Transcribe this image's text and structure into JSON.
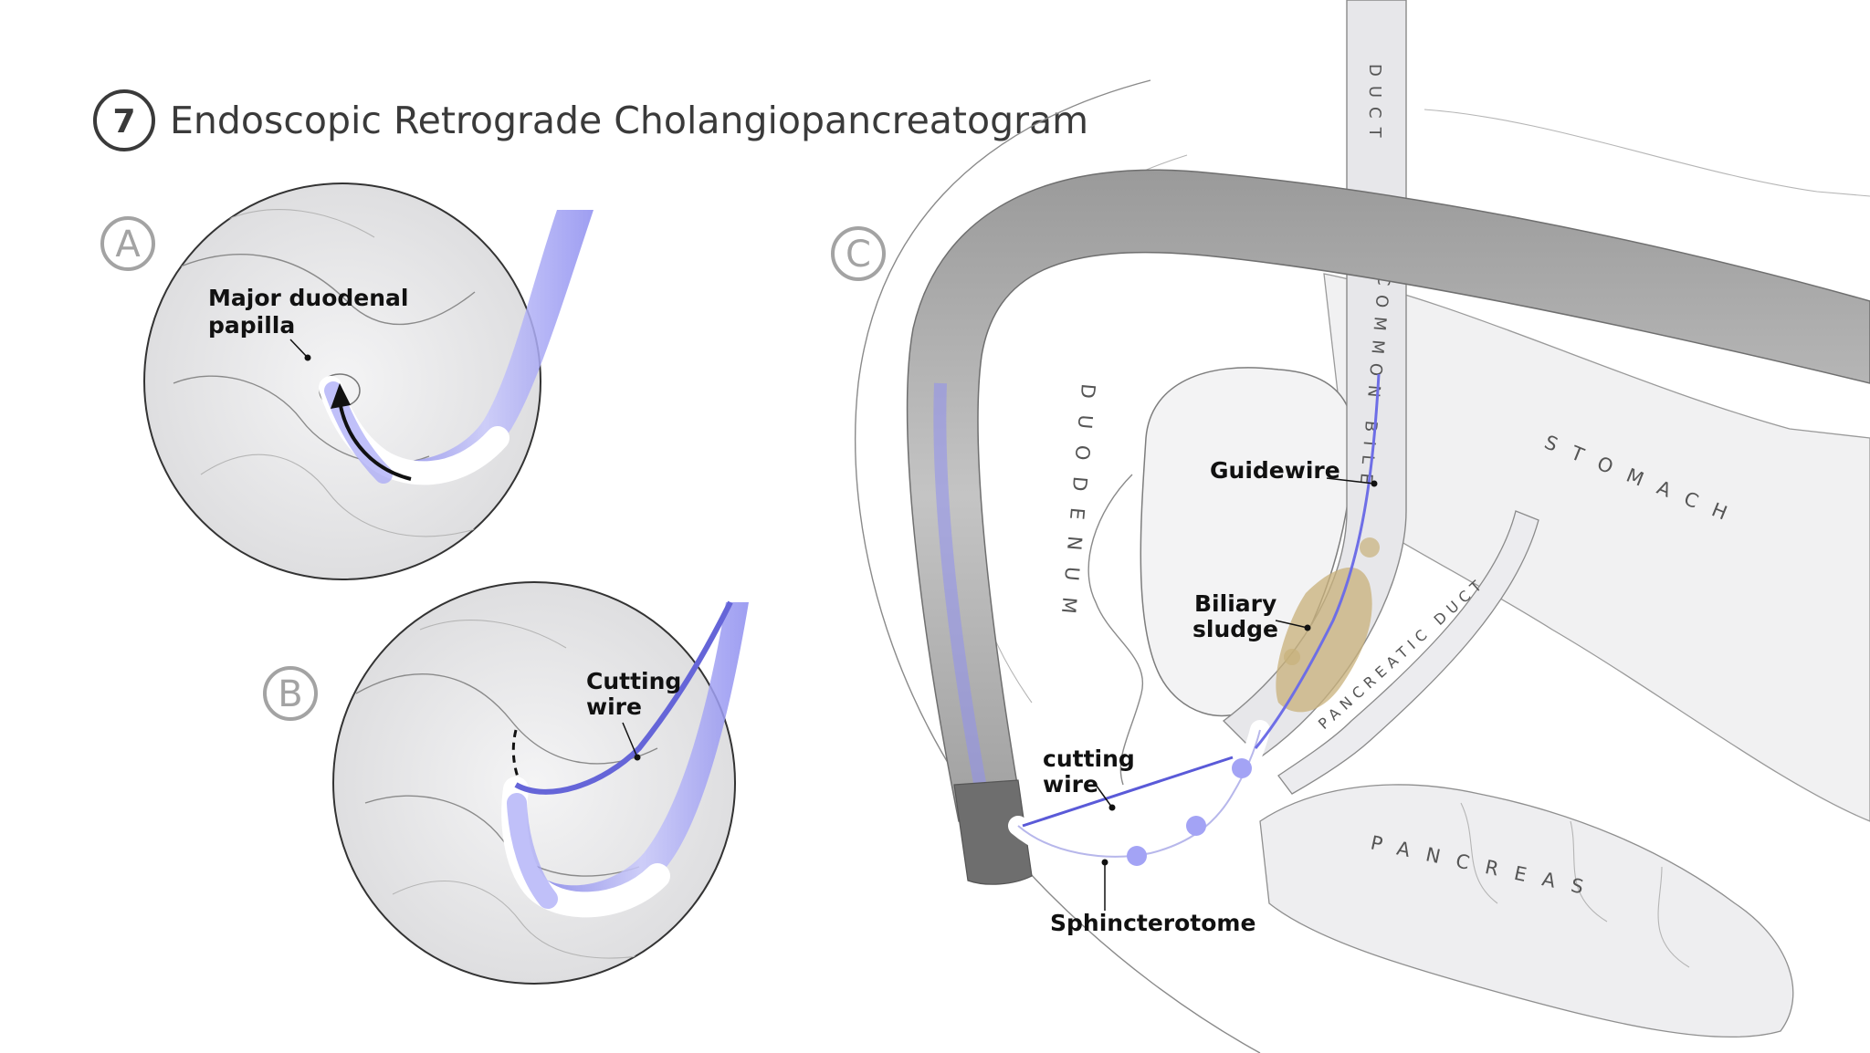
{
  "title": {
    "step_number": "7",
    "text": "Endoscopic Retrograde Cholangiopancreatogram"
  },
  "panels": {
    "a": {
      "letter": "A",
      "labels": {
        "papilla_line1": "Major duodenal",
        "papilla_line2": "papilla"
      }
    },
    "b": {
      "letter": "B",
      "labels": {
        "cutting_wire_line1": "Cutting",
        "cutting_wire_line2": "wire"
      }
    },
    "c": {
      "letter": "C",
      "labels": {
        "guidewire": "Guidewire",
        "sludge_line1": "Biliary",
        "sludge_line2": "sludge",
        "cutting_wire_line1": "cutting",
        "cutting_wire_line2": "wire",
        "sphincterotome": "Sphincterotome"
      },
      "organs": {
        "duct_top": "DUCT",
        "common_bile": "COMMON BILE",
        "duodenum": "DUODENUM",
        "stomach": "STOMACH",
        "pancreatic_duct": "PANCREATIC DUCT",
        "pancreas": "PANCREAS"
      }
    }
  },
  "colors": {
    "scope_purple": "#8f8ff0",
    "scope_gray": "#9a9a9a",
    "scope_dark": "#6e6e6e",
    "tissue_gray": "#e9e9eb",
    "sludge": "#c8b07a",
    "text": "#111111",
    "title": "#3a3a3a",
    "panel_letter": "#a3a3a3"
  }
}
